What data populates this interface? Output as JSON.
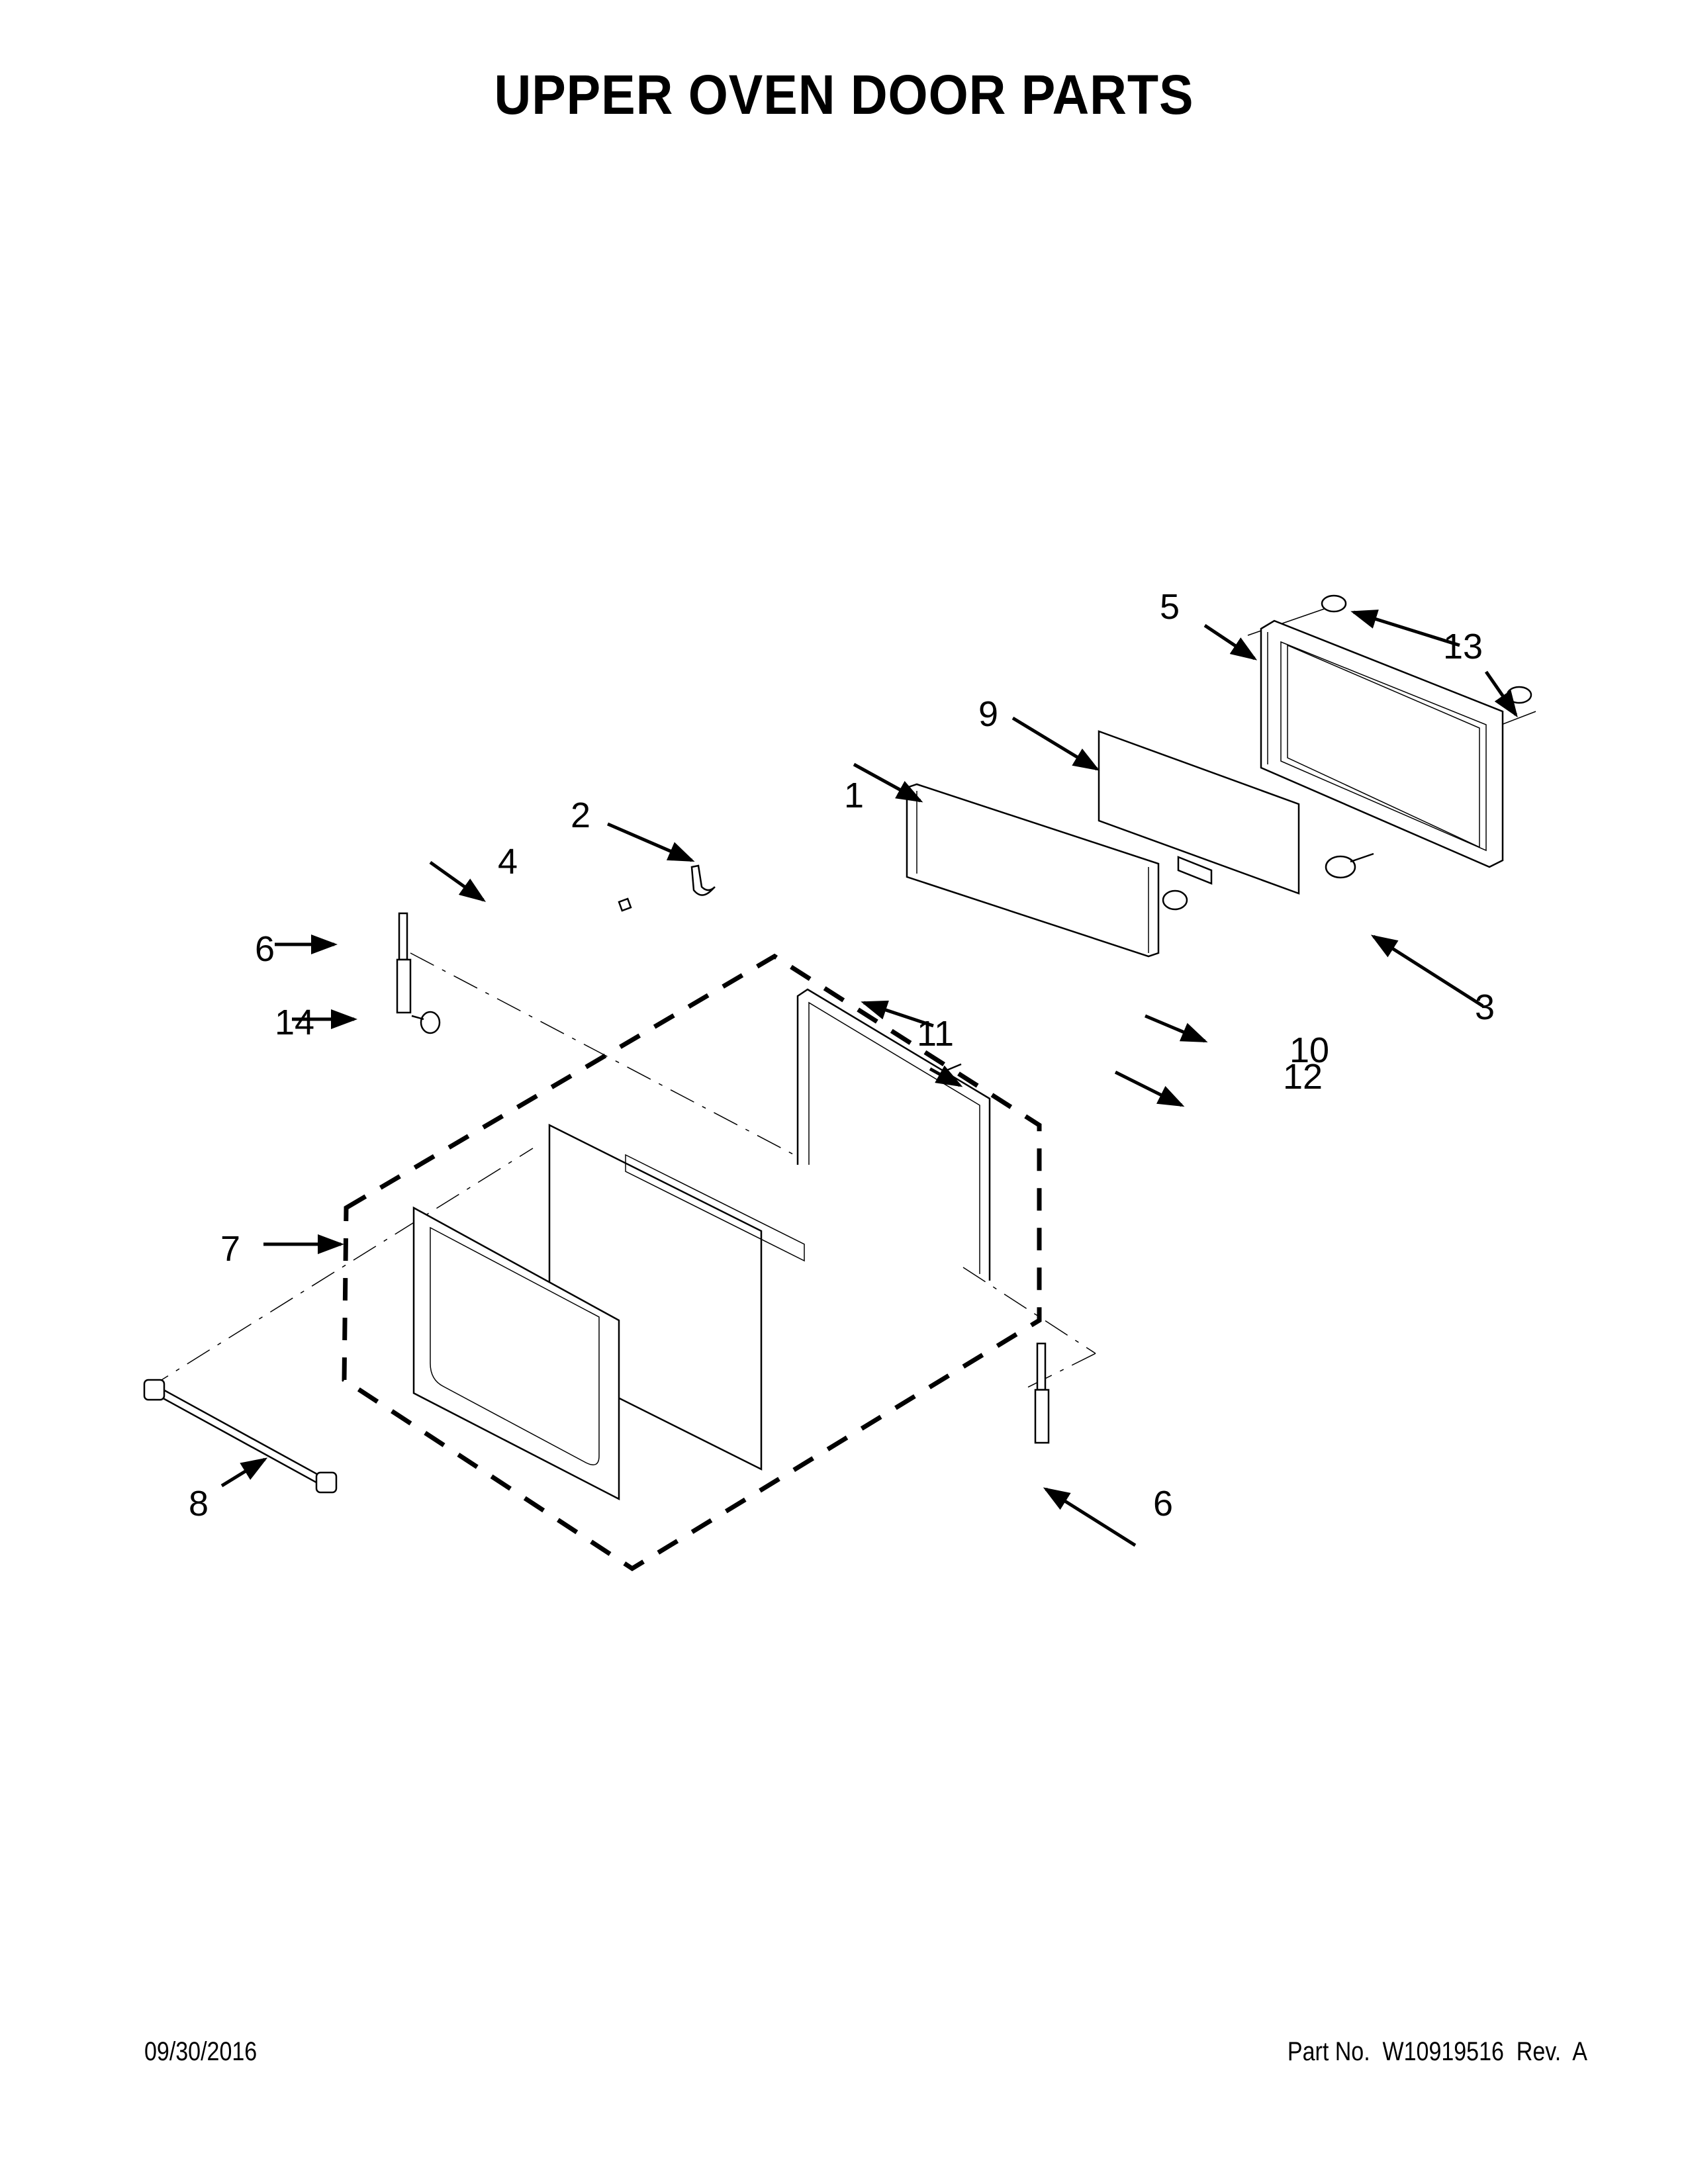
{
  "page": {
    "title": "UPPER OVEN DOOR PARTS",
    "footer": {
      "date": "09/30/2016",
      "part_number_label": "Part No.",
      "part_number": "W10919516",
      "revision_label": "Rev.",
      "revision": "A",
      "part_line": "Part No.  W10919516  Rev.  A"
    }
  },
  "callouts": [
    {
      "id": "1",
      "label": "1",
      "part": "inner-door-frame"
    },
    {
      "id": "2",
      "label": "2",
      "part": "bracket-clip"
    },
    {
      "id": "3",
      "label": "3",
      "part": "screw"
    },
    {
      "id": "4",
      "label": "4",
      "part": "small-clip"
    },
    {
      "id": "5",
      "label": "5",
      "part": "door-liner-frame"
    },
    {
      "id": "6a",
      "label": "6",
      "part": "hinge-left"
    },
    {
      "id": "6b",
      "label": "6",
      "part": "hinge-right"
    },
    {
      "id": "7",
      "label": "7",
      "part": "outer-door-assembly"
    },
    {
      "id": "8",
      "label": "8",
      "part": "door-handle"
    },
    {
      "id": "9",
      "label": "9",
      "part": "inner-glass-panel"
    },
    {
      "id": "10",
      "label": "10",
      "part": "glass-bracket"
    },
    {
      "id": "11",
      "label": "11",
      "part": "small-screws"
    },
    {
      "id": "12",
      "label": "12",
      "part": "bracket-screw"
    },
    {
      "id": "13",
      "label": "13",
      "part": "liner-screws"
    },
    {
      "id": "14",
      "label": "14",
      "part": "hinge-screw"
    }
  ]
}
